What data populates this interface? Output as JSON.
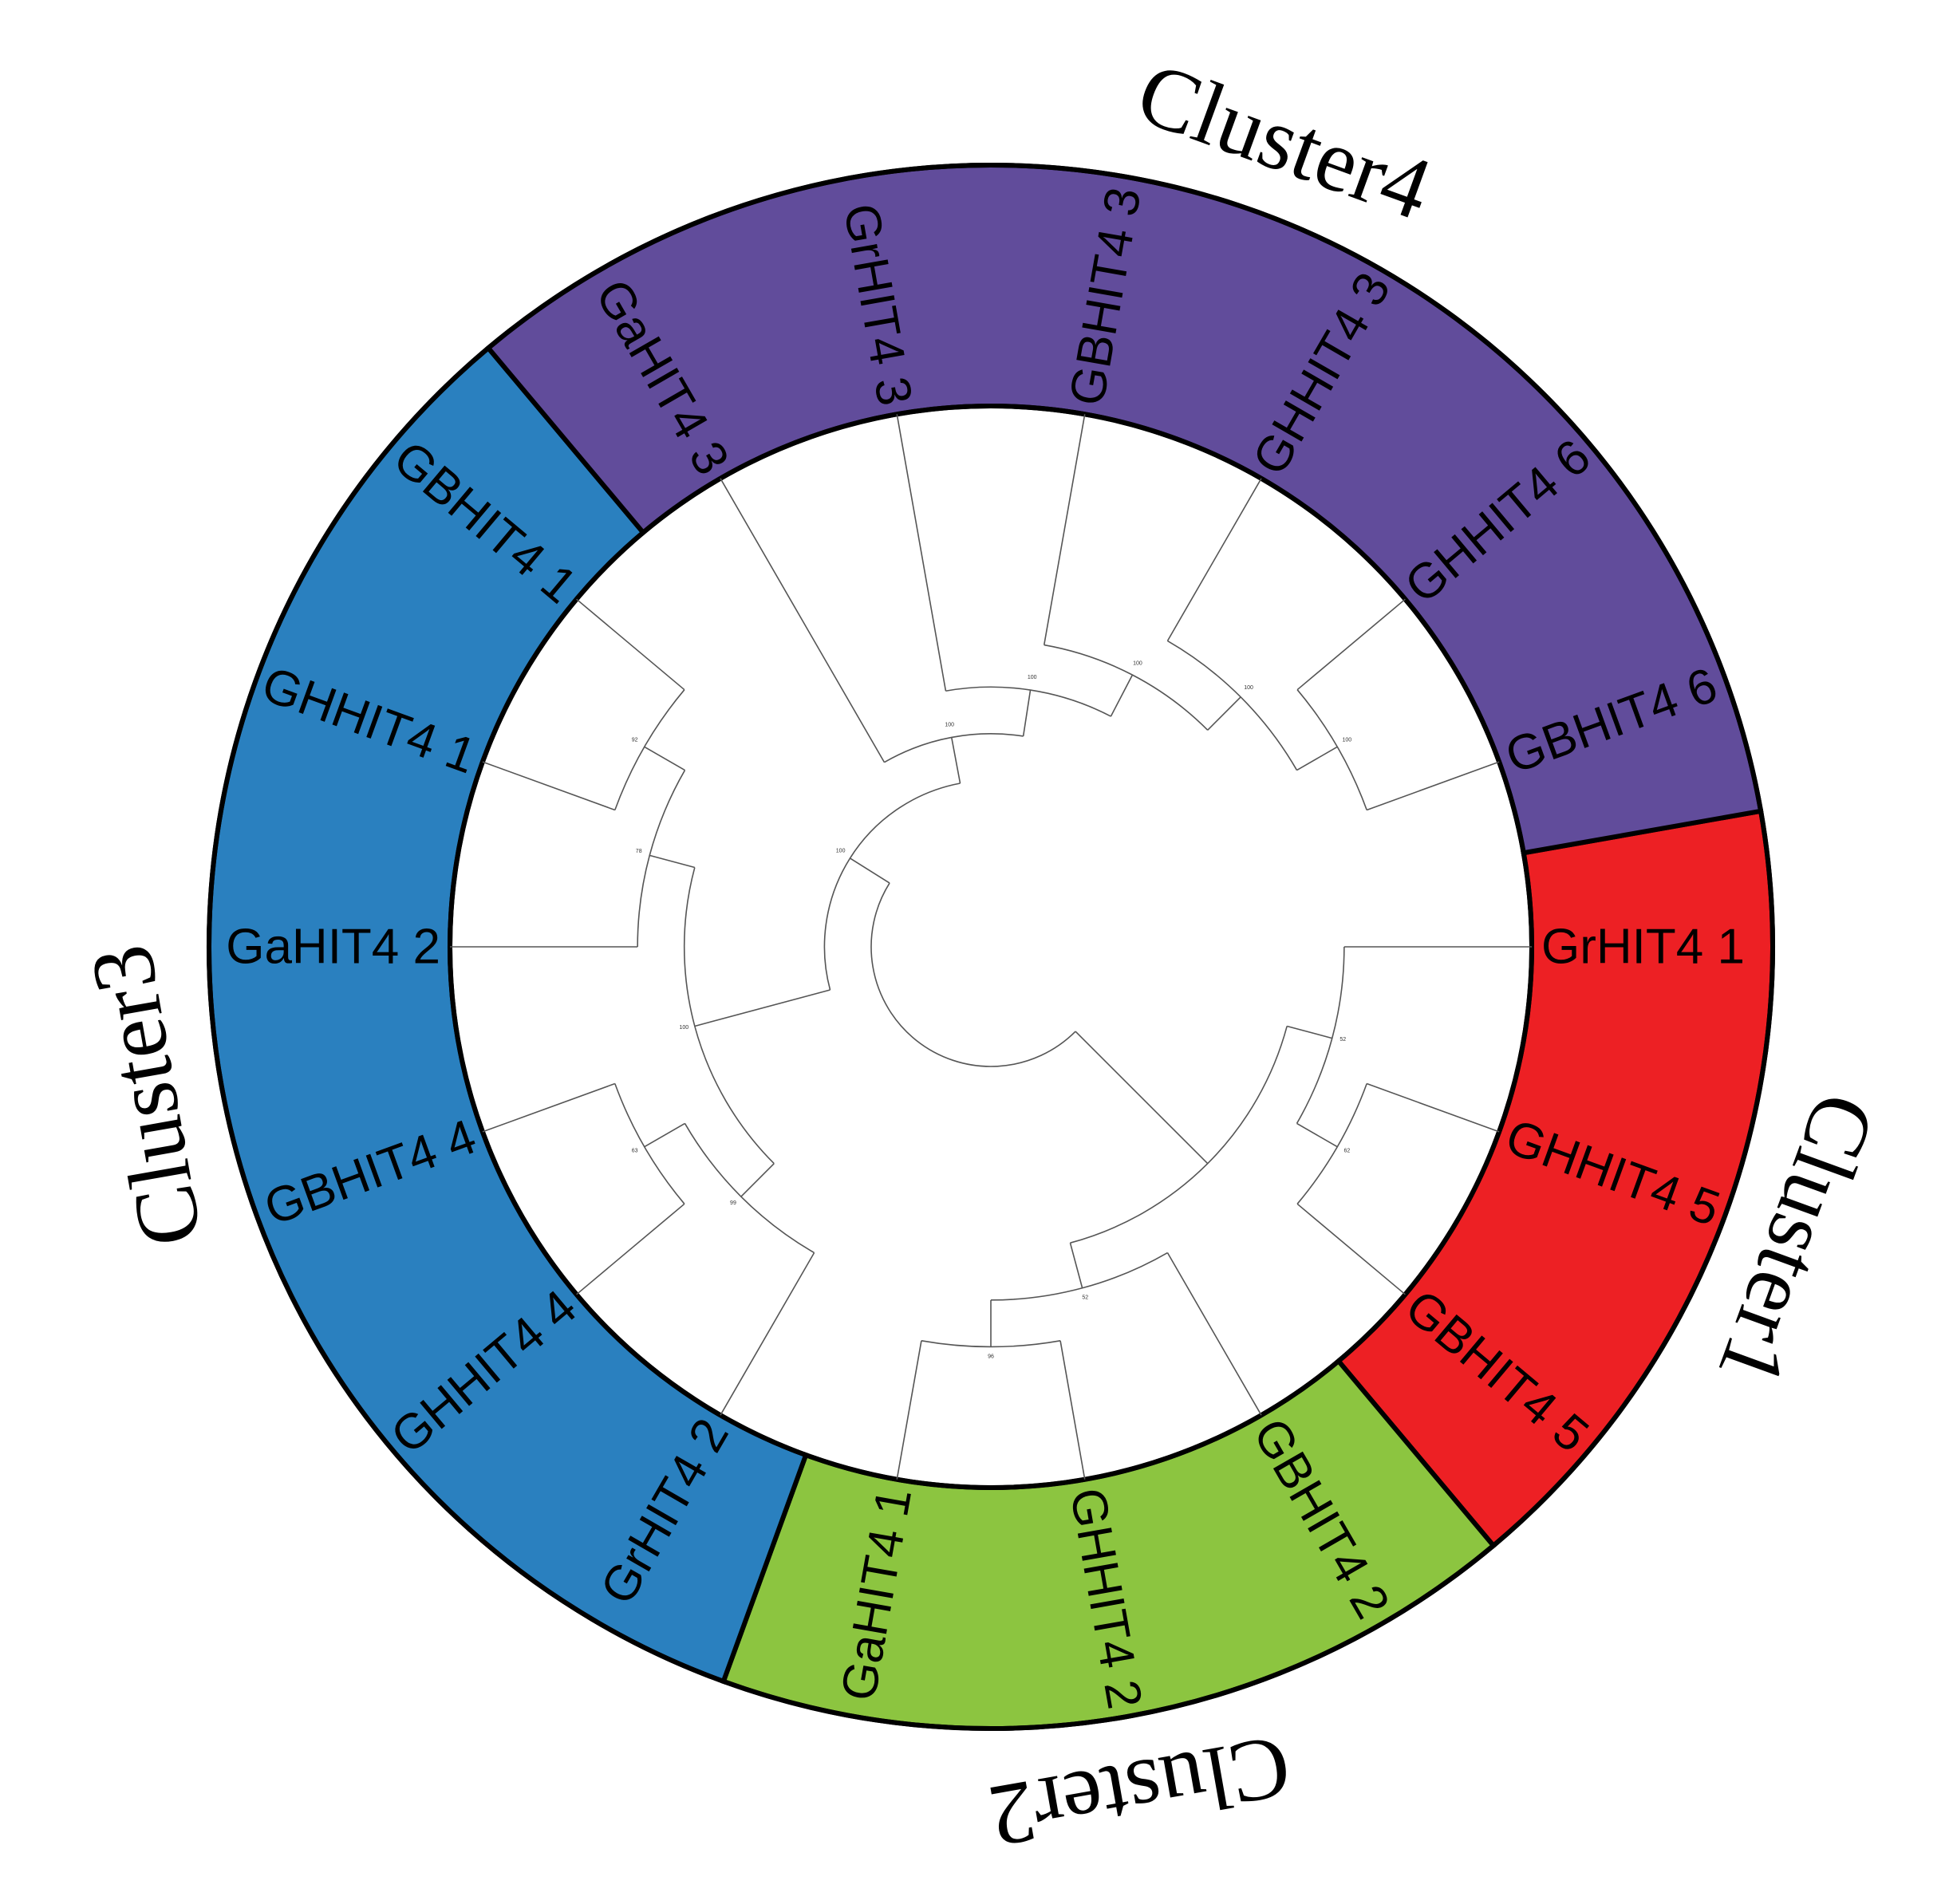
{
  "colors": {
    "cluster1": "#ED2024",
    "cluster2": "#8CC540",
    "cluster3": "#2A80BF",
    "cluster4": "#614C9B"
  },
  "clusters": [
    {
      "id": "c1",
      "label": "Cluster1",
      "color_key": "cluster1"
    },
    {
      "id": "c2",
      "label": "Cluster2",
      "color_key": "cluster2"
    },
    {
      "id": "c3",
      "label": "Cluster3",
      "color_key": "cluster3"
    },
    {
      "id": "c4",
      "label": "Cluster4",
      "color_key": "cluster4"
    }
  ],
  "leaves": [
    {
      "id": "grhit4-1",
      "label": "GrHIT4 1",
      "cluster": "c1"
    },
    {
      "id": "ghhit4-5",
      "label": "GHHIT4 5",
      "cluster": "c1"
    },
    {
      "id": "gbhit4-5",
      "label": "GBHIT4 5",
      "cluster": "c1"
    },
    {
      "id": "gbhit4-2",
      "label": "GBHIT4 2",
      "cluster": "c2"
    },
    {
      "id": "ghhit4-2",
      "label": "GHHIT4 2",
      "cluster": "c2"
    },
    {
      "id": "gahit4-1",
      "label": "GaHIT4 1",
      "cluster": "c2"
    },
    {
      "id": "grhit4-2",
      "label": "GrHIT4 2",
      "cluster": "c3"
    },
    {
      "id": "ghhit4-4",
      "label": "GHHIT4 4",
      "cluster": "c3"
    },
    {
      "id": "gbhit4-4",
      "label": "GBHIT4 4",
      "cluster": "c3"
    },
    {
      "id": "gahit4-2",
      "label": "GaHIT4 2",
      "cluster": "c3"
    },
    {
      "id": "ghhit4-1",
      "label": "GHHIT4 1",
      "cluster": "c3"
    },
    {
      "id": "gbhit4-1",
      "label": "GBHIT4 1",
      "cluster": "c3"
    },
    {
      "id": "gahit4-3",
      "label": "GaHIT4 3",
      "cluster": "c4"
    },
    {
      "id": "grhit4-3",
      "label": "GrHIT4 3",
      "cluster": "c4"
    },
    {
      "id": "gbhit4-3",
      "label": "GBHIT4 3",
      "cluster": "c4"
    },
    {
      "id": "ghhit4-3",
      "label": "GHHIT4 3",
      "cluster": "c4"
    },
    {
      "id": "ghhit4-6",
      "label": "GHHIT4 6",
      "cluster": "c4"
    },
    {
      "id": "gbhit4-6",
      "label": "GBHIT4 6",
      "cluster": "c4"
    }
  ],
  "tree": {
    "id": "root",
    "children": [
      {
        "id": "n-c12",
        "bootstrap": "",
        "children": [
          {
            "id": "n-c1",
            "bootstrap": "52",
            "children": [
              {
                "leaf": "grhit4-1"
              },
              {
                "id": "n-c1b",
                "bootstrap": "62",
                "children": [
                  {
                    "leaf": "ghhit4-5"
                  },
                  {
                    "leaf": "gbhit4-5"
                  }
                ]
              }
            ]
          },
          {
            "id": "n-c2",
            "bootstrap": "52",
            "children": [
              {
                "leaf": "gbhit4-2"
              },
              {
                "id": "n-c2b",
                "bootstrap": "96",
                "children": [
                  {
                    "leaf": "ghhit4-2"
                  },
                  {
                    "leaf": "gahit4-1"
                  }
                ]
              }
            ]
          }
        ]
      },
      {
        "id": "n-c34",
        "bootstrap": "100",
        "children": [
          {
            "id": "n-c3",
            "bootstrap": "100",
            "children": [
              {
                "id": "n-c3a",
                "bootstrap": "99",
                "children": [
                  {
                    "leaf": "grhit4-2"
                  },
                  {
                    "id": "n-c3a2",
                    "bootstrap": "63",
                    "children": [
                      {
                        "leaf": "ghhit4-4"
                      },
                      {
                        "leaf": "gbhit4-4"
                      }
                    ]
                  }
                ]
              },
              {
                "id": "n-c3b",
                "bootstrap": "78",
                "children": [
                  {
                    "leaf": "gahit4-2"
                  },
                  {
                    "id": "n-c3b2",
                    "bootstrap": "92",
                    "children": [
                      {
                        "leaf": "ghhit4-1"
                      },
                      {
                        "leaf": "gbhit4-1"
                      }
                    ]
                  }
                ]
              }
            ]
          },
          {
            "id": "n-c4",
            "bootstrap": "100",
            "children": [
              {
                "leaf": "gahit4-3"
              },
              {
                "id": "n-c4a",
                "bootstrap": "100",
                "children": [
                  {
                    "leaf": "grhit4-3"
                  },
                  {
                    "id": "n-c4b",
                    "bootstrap": "100",
                    "children": [
                      {
                        "leaf": "gbhit4-3"
                      },
                      {
                        "id": "n-c4c",
                        "bootstrap": "100",
                        "children": [
                          {
                            "leaf": "ghhit4-3"
                          },
                          {
                            "id": "n-c4d",
                            "bootstrap": "100",
                            "children": [
                              {
                                "leaf": "ghhit4-6"
                              },
                              {
                                "leaf": "gbhit4-6"
                              }
                            ]
                          }
                        ]
                      }
                    ]
                  }
                ]
              }
            ]
          }
        ]
      }
    ]
  }
}
